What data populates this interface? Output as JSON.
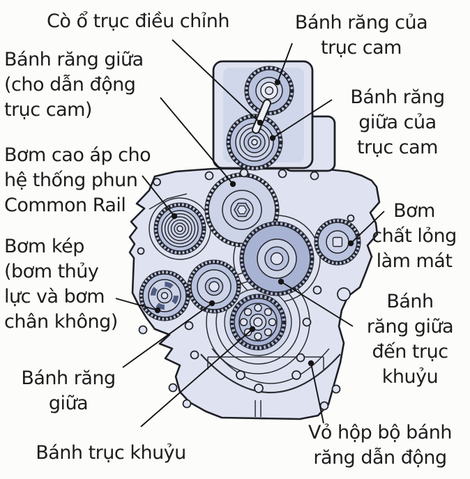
{
  "diagram": {
    "subject": "engine-timing-gear-train",
    "labels": {
      "adjuster_lever": {
        "lines": [
          "Cò ổ trục điều chỉnh"
        ]
      },
      "cam_gear": {
        "lines": [
          "Bánh răng của",
          "trục cam"
        ]
      },
      "idler_cam_drive": {
        "lines": [
          "Bánh răng giữa",
          "(cho dẫn động",
          "trục cam)"
        ]
      },
      "cam_idler": {
        "lines": [
          "Bánh răng",
          "giữa của",
          "trục cam"
        ]
      },
      "hp_pump": {
        "lines": [
          "Bơm cao áp cho",
          "hệ thống phun",
          "Common Rail"
        ]
      },
      "coolant_pump": {
        "lines": [
          "Bơm",
          "chất lỏng",
          "làm mát"
        ]
      },
      "tandem_pump": {
        "lines": [
          "Bơm kép",
          "(bơm thủy",
          "lực và bơm",
          "chân không)"
        ]
      },
      "idler_to_crank": {
        "lines": [
          "Bánh",
          "răng giữa",
          "đến trục",
          "khuỷu"
        ]
      },
      "idler_gear": {
        "lines": [
          "Bánh răng",
          "giữa"
        ]
      },
      "crank_gear": {
        "lines": [
          "Bánh trục khuỷu"
        ]
      },
      "gear_housing": {
        "lines": [
          "Vỏ hộp bộ bánh",
          "răng dẫn động"
        ]
      }
    }
  },
  "colors": {
    "paper": "#fcfcfa",
    "body": "#dfe3f1",
    "body2": "#d0d7ea",
    "gear-light": "#cdd4e8",
    "gear-mid": "#b9c3de",
    "gear-dark": "#a8b3d4",
    "ink": "#1d1d1d"
  }
}
